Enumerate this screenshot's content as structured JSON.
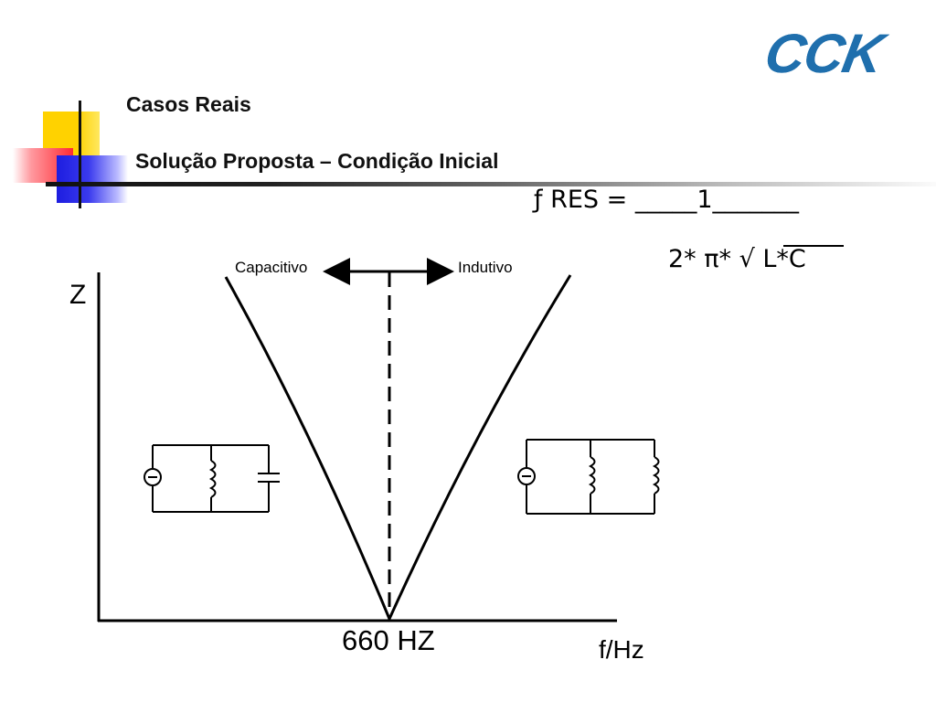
{
  "header": {
    "title": "Casos Reais",
    "subtitle": "Solução Proposta – Condição Inicial",
    "logo_text": "CCK",
    "logo_color": "#1f6fad"
  },
  "formula": {
    "line1": "ƒ RES = _____1_______",
    "line2": "2* π* √ L*C"
  },
  "diagram": {
    "y_axis_label": "Z",
    "x_axis_label": "f/Hz",
    "resonance_label": "660 HZ",
    "left_region_label": "Capacitivo",
    "right_region_label": "Indutivo",
    "left_circuit": [
      "source-icon",
      "inductor-icon",
      "capacitor-icon"
    ],
    "right_circuit": [
      "source-icon",
      "inductor-icon",
      "inductor-icon"
    ]
  }
}
